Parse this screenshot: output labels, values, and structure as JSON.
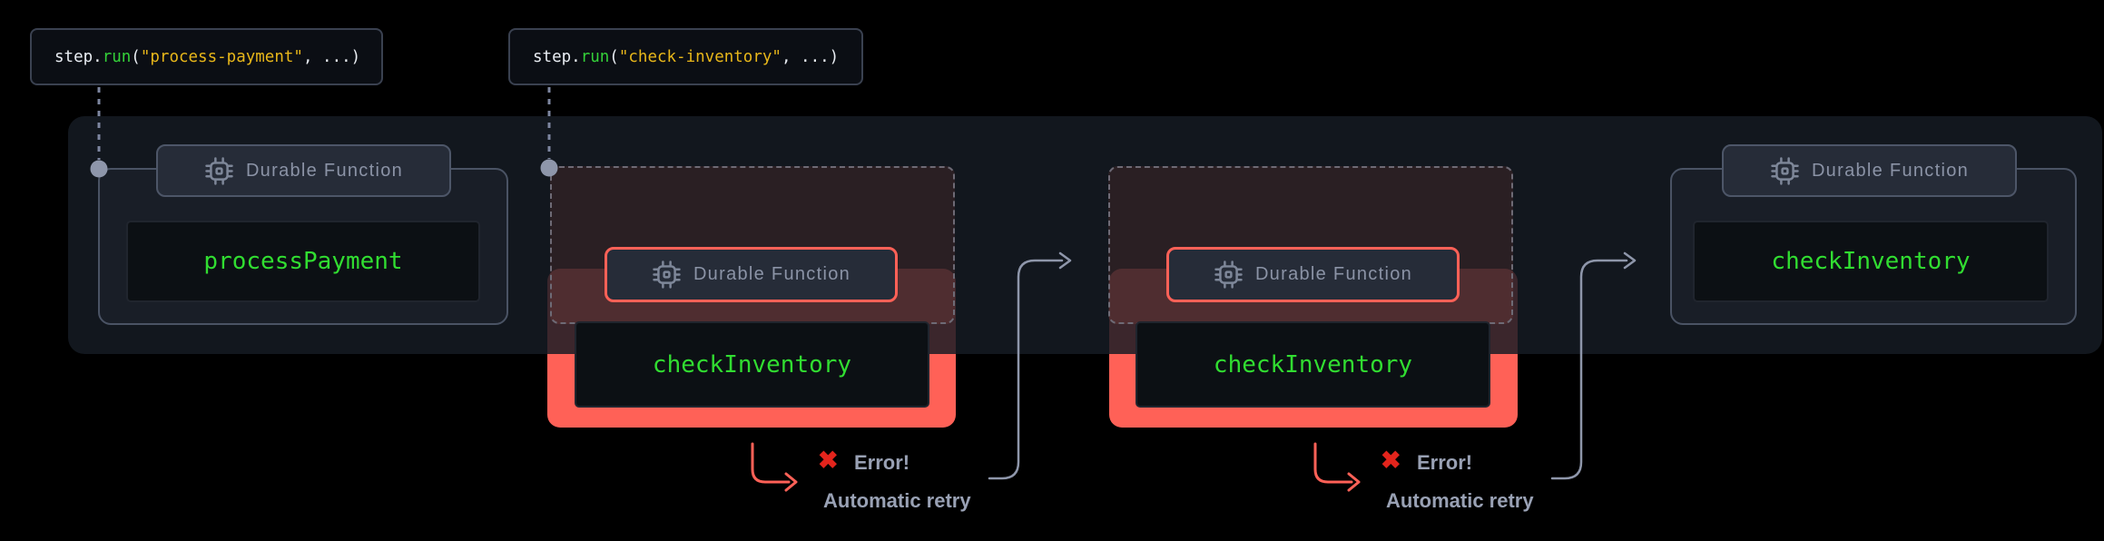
{
  "code_labels": [
    {
      "parts": [
        {
          "text": "step.",
          "color": "#e9edf3"
        },
        {
          "text": "run",
          "color": "#34d139"
        },
        {
          "text": "(",
          "color": "#e9edf3"
        },
        {
          "text": "\"process-payment\"",
          "color": "#e8b71a"
        },
        {
          "text": ", ...)",
          "color": "#e9edf3"
        }
      ]
    },
    {
      "parts": [
        {
          "text": "step.",
          "color": "#e9edf3"
        },
        {
          "text": "run",
          "color": "#34d139"
        },
        {
          "text": "(",
          "color": "#e9edf3"
        },
        {
          "text": "\"check-inventory\"",
          "color": "#e8b71a"
        },
        {
          "text": ", ...)",
          "color": "#e9edf3"
        }
      ]
    }
  ],
  "groups": [
    {
      "badge": "Durable Function",
      "fn": "processPayment",
      "state": "success"
    },
    {
      "badge": "Durable Function",
      "fn": "checkInventory",
      "state": "error"
    },
    {
      "badge": "Durable Function",
      "fn": "checkInventory",
      "state": "error"
    },
    {
      "badge": "Durable Function",
      "fn": "checkInventory",
      "state": "success"
    }
  ],
  "annotations": [
    {
      "x": "✖",
      "error": "Error!",
      "retry": "Automatic retry"
    },
    {
      "x": "✖",
      "error": "Error!",
      "retry": "Automatic retry"
    }
  ],
  "colors": {
    "error_accent": "#ff6157",
    "function_green": "#31dd31",
    "string_yellow": "#e8b71a",
    "line_gray": "#8e96aa",
    "error_x_red": "#e3241c"
  }
}
